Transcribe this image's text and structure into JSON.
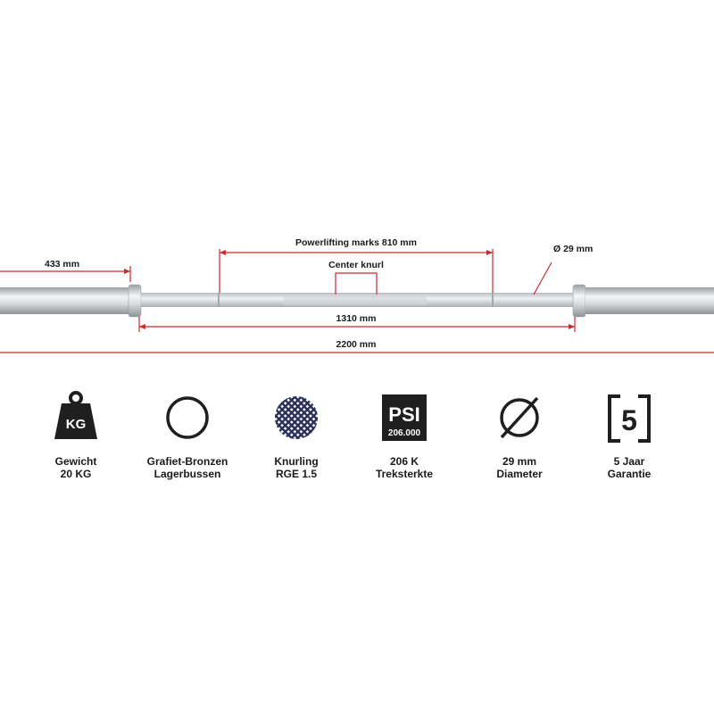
{
  "diagram": {
    "labels": {
      "sleeve_length": "433 mm",
      "powerlifting_marks": "Powerlifting marks 810 mm",
      "center_knurl": "Center knurl",
      "diameter": "Ø 29 mm",
      "inner_length": "1310 mm",
      "total_length": "2200 mm"
    },
    "colors": {
      "dimension_line": "#cc2a2a",
      "bar": "#bfc3c7"
    }
  },
  "features": [
    {
      "icon": "weight-kg-icon",
      "icon_text": "KG",
      "line1": "Gewicht",
      "line2": "20 KG"
    },
    {
      "icon": "ring-bushing-icon",
      "line1": "Grafiet-Bronzen",
      "line2": "Lagerbussen"
    },
    {
      "icon": "knurling-pattern-icon",
      "line1": "Knurling",
      "line2": "RGE 1.5"
    },
    {
      "icon": "psi-badge-icon",
      "icon_text": "PSI",
      "icon_subtext": "206.000",
      "line1": "206 K",
      "line2": "Treksterkte"
    },
    {
      "icon": "diameter-icon",
      "line1": "29 mm",
      "line2": "Diameter"
    },
    {
      "icon": "warranty-5-icon",
      "icon_text": "5",
      "line1": "5 Jaar",
      "line2": "Garantie"
    }
  ]
}
